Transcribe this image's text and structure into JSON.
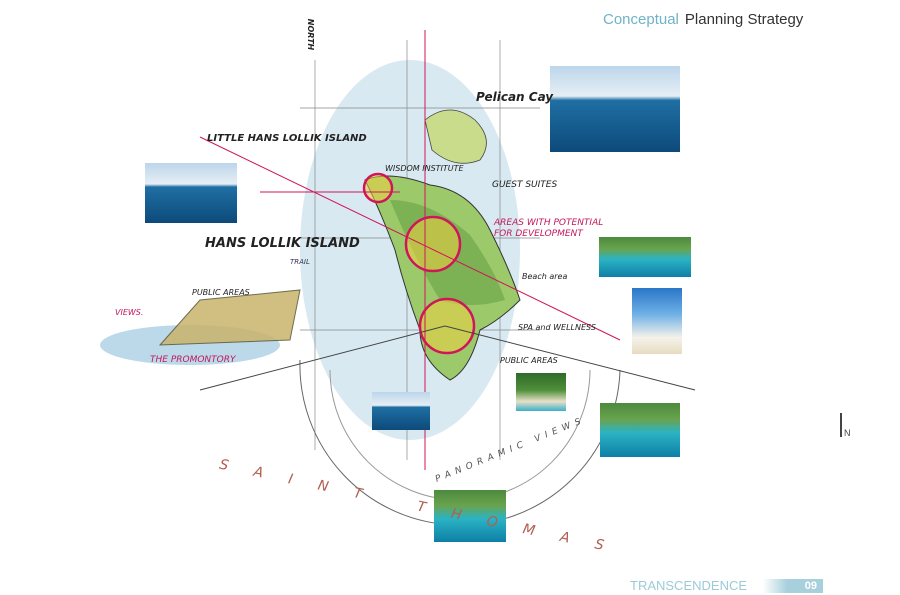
{
  "header": {
    "title_accent": "Conceptual",
    "title_main": "Planning Strategy"
  },
  "footer": {
    "brand": "TRANSCENDENCE",
    "page_number": "09"
  },
  "map": {
    "north": "NORTH",
    "labels": {
      "pelican_cay": "Pelican Cay",
      "little_hans_lollik": "LITTLE HANS LOLLIK ISLAND",
      "wisdom_institute": "WISDOM INSTITUTE",
      "guest_suites": "GUEST SUITES",
      "areas_potential": "AREAS WITH POTENTIAL",
      "areas_potential_2": "FOR DEVELOPMENT",
      "hans_lollik": "HANS LOLLIK ISLAND",
      "trail": "TRAIL",
      "beach_area": "Beach area",
      "public_areas_left": "PUBLIC AREAS",
      "views": "VIEWS.",
      "promontory": "THE PROMONTORY",
      "spa": "SPA and WELLNESS",
      "public_areas": "PUBLIC AREAS",
      "panoramic": "PANORAMIC VIEWS",
      "saint_thomas": "SAINT THOMAS"
    },
    "compass_marker": "N",
    "colors": {
      "accent": "#6fb3c6",
      "sketch_red": "#d0155a",
      "sea": "#a9cfe0",
      "land": "#7cb85a"
    }
  }
}
